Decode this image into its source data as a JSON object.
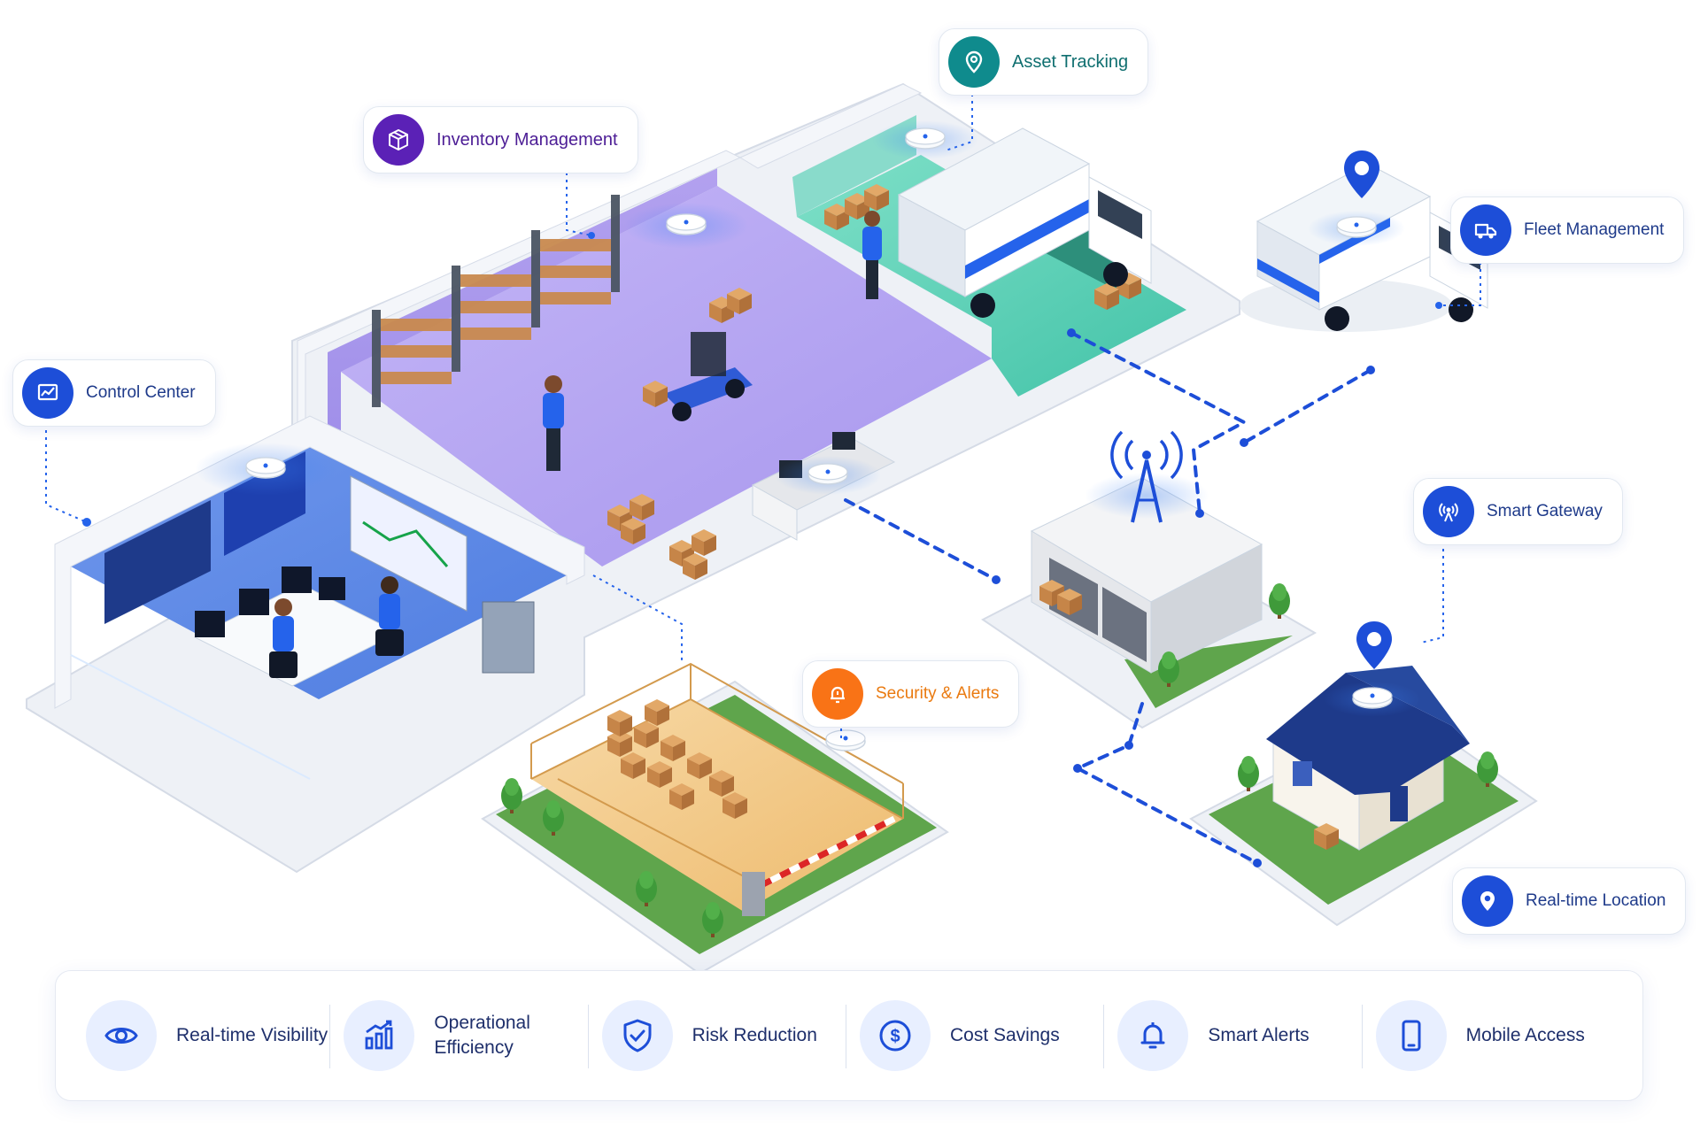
{
  "labels": {
    "asset_tracking": "Asset Tracking",
    "inventory_management": "Inventory Management",
    "fleet_management": "Fleet Management",
    "control_center": "Control Center",
    "smart_gateway": "Smart Gateway",
    "security_alerts": "Security & Alerts",
    "realtime_location": "Real-time Location"
  },
  "benefits": [
    {
      "label": "Real-time Visibility",
      "icon": "eye-icon"
    },
    {
      "label": "Operational\nEfficiency",
      "icon": "growth-chart-icon"
    },
    {
      "label": "Risk Reduction",
      "icon": "shield-check-icon"
    },
    {
      "label": "Cost Savings",
      "icon": "dollar-coin-icon"
    },
    {
      "label": "Smart Alerts",
      "icon": "bell-icon"
    },
    {
      "label": "Mobile Access",
      "icon": "mobile-phone-icon"
    }
  ],
  "colors": {
    "primary_blue": "#1d4ed8",
    "asset_teal": "#0f8b8d",
    "inventory_purple": "#5b21b6",
    "security_orange": "#f97316",
    "control_room": "#7da3ef",
    "warehouse_floor": "#b3a4f2",
    "dock_floor": "#5fd3bb",
    "yard_floor": "#f3c98a"
  }
}
